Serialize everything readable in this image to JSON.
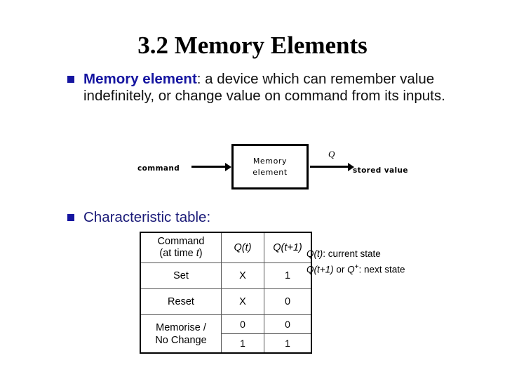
{
  "slide": {
    "title": "3.2 Memory Elements",
    "background_color": "#ffffff",
    "accent_color": "#1515a0",
    "heading_color": "#1a1a78"
  },
  "bullets": [
    {
      "marker": "square-bullet",
      "emphasis": "Memory element",
      "rest": ": a device which can remember value indefinitely, or change value on command from its inputs."
    },
    {
      "marker": "square-bullet",
      "label": "Characteristic table:"
    }
  ],
  "diagram": {
    "input_label": "command",
    "block_line1": "Memory",
    "block_line2": "element",
    "output_signal": "Q",
    "output_label": "stored value"
  },
  "chart_data": {
    "type": "table",
    "title": "Characteristic table",
    "columns": [
      "Command (at time t)",
      "Q(t)",
      "Q(t+1)"
    ],
    "header": {
      "c0_line1": "Command",
      "c0_line2_pre": "(at time ",
      "c0_line2_ital": "t",
      "c0_line2_post": ")",
      "c1": "Q(t)",
      "c2": "Q(t+1)"
    },
    "rows": [
      {
        "command": "Set",
        "q_t": "X",
        "q_t1": "1"
      },
      {
        "command": "Reset",
        "q_t": "X",
        "q_t1": "0"
      },
      {
        "command": "Memorise / No Change",
        "command_line1": "Memorise /",
        "command_line2": "No Change",
        "sub_rows": [
          {
            "q_t": "0",
            "q_t1": "0"
          },
          {
            "q_t": "1",
            "q_t1": "1"
          }
        ]
      }
    ]
  },
  "notes": {
    "line1_sym": "Q(t)",
    "line1_text": ": current state",
    "line2_sym_a": "Q(t+1)",
    "line2_mid": " or ",
    "line2_sym_b": "Q",
    "line2_sup": "+",
    "line2_text": ": next state"
  }
}
